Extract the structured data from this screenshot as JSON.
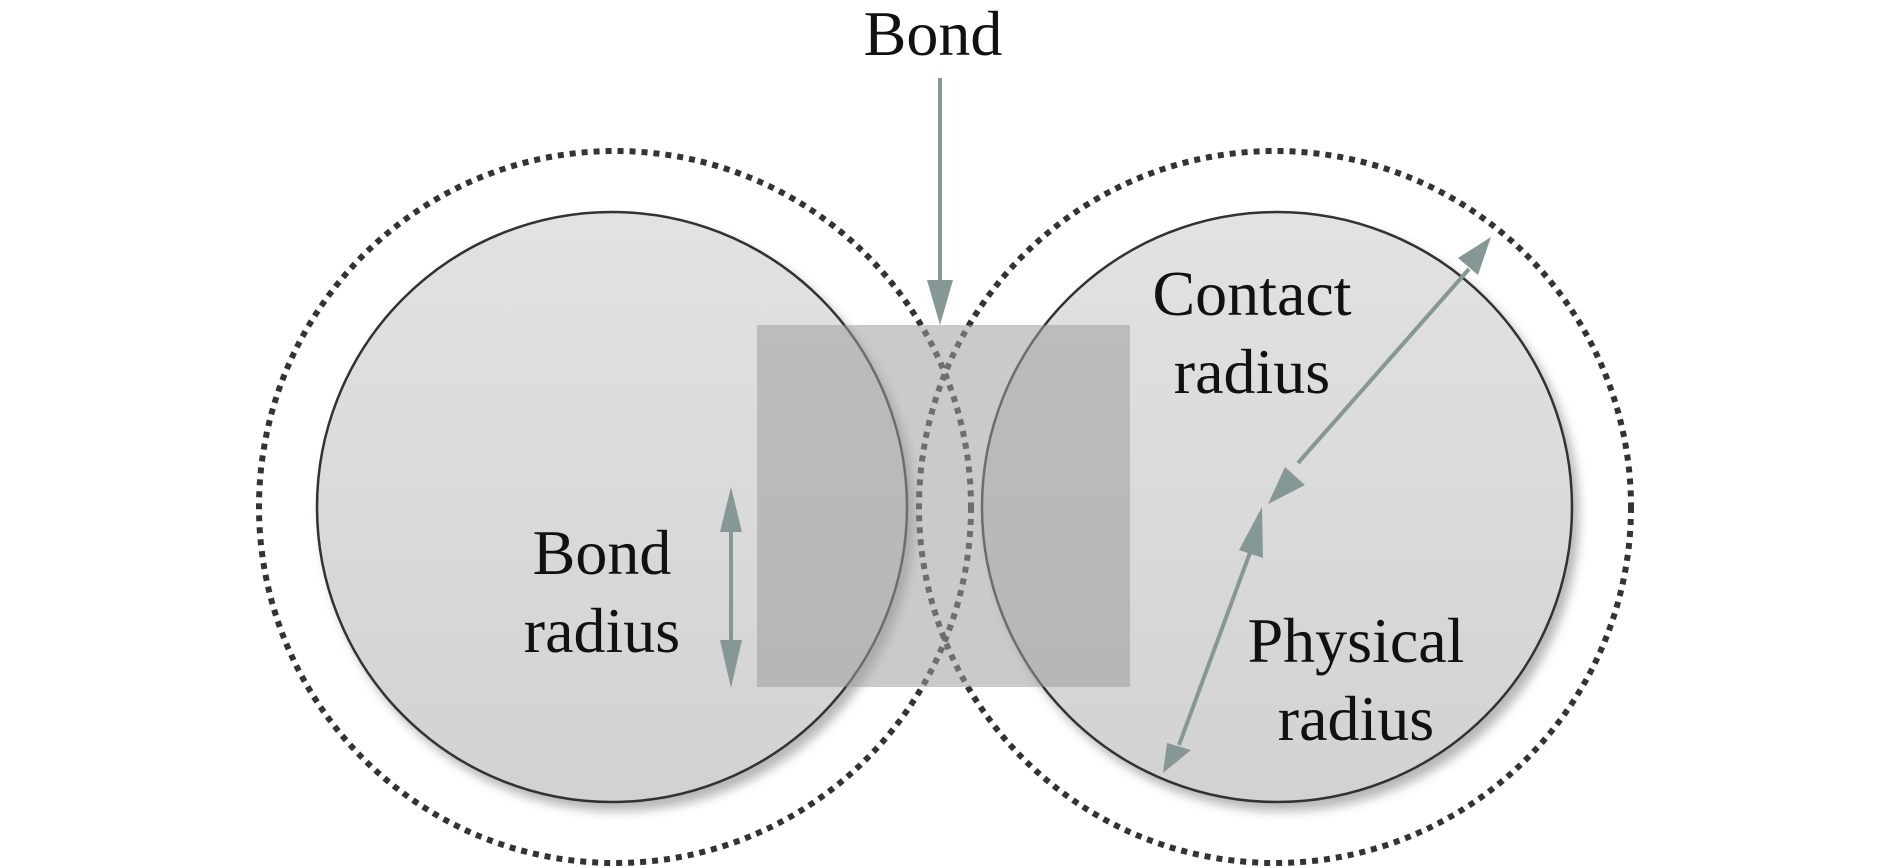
{
  "labels": {
    "bond": "Bond",
    "bond_radius_line1": "Bond",
    "bond_radius_line2": "radius",
    "contact_radius_line1": "Contact",
    "contact_radius_line2": "radius",
    "physical_radius_line1": "Physical",
    "physical_radius_line2": "radius"
  },
  "colors": {
    "particle_fill": "#d6d6d6",
    "particle_stroke": "#333333",
    "contact_ring": "#333333",
    "bond_block": "#9e9e9e",
    "arrow": "#869896"
  }
}
